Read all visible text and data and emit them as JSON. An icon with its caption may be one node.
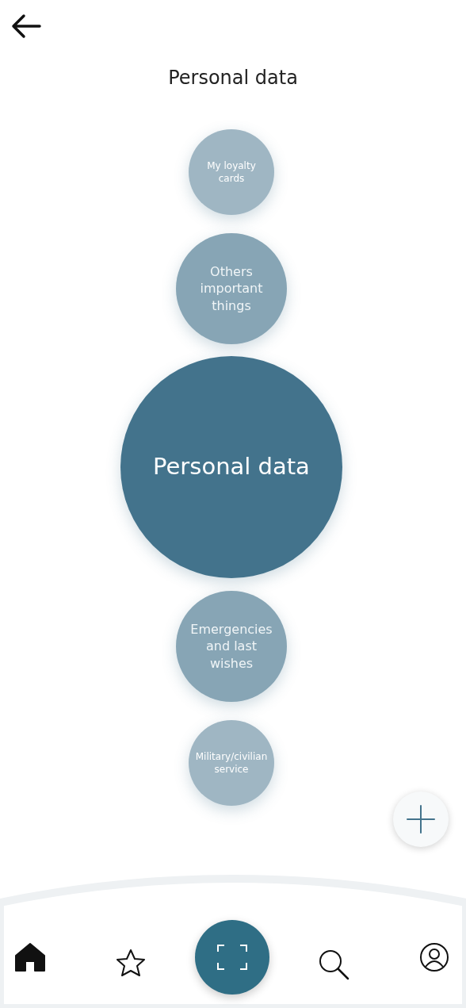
{
  "diagram": {
    "title": "Personal data",
    "nodes": [
      {
        "text": [
          "My loyalty cards"
        ]
      },
      {
        "text": [
          "Others important things"
        ]
      },
      {
        "text": [
          "Personal data"
        ]
      },
      {
        "text": [
          "Emergencies and last wishes"
        ]
      },
      {
        "text": [
          "Military/civilian service"
        ]
      }
    ]
  }
}
